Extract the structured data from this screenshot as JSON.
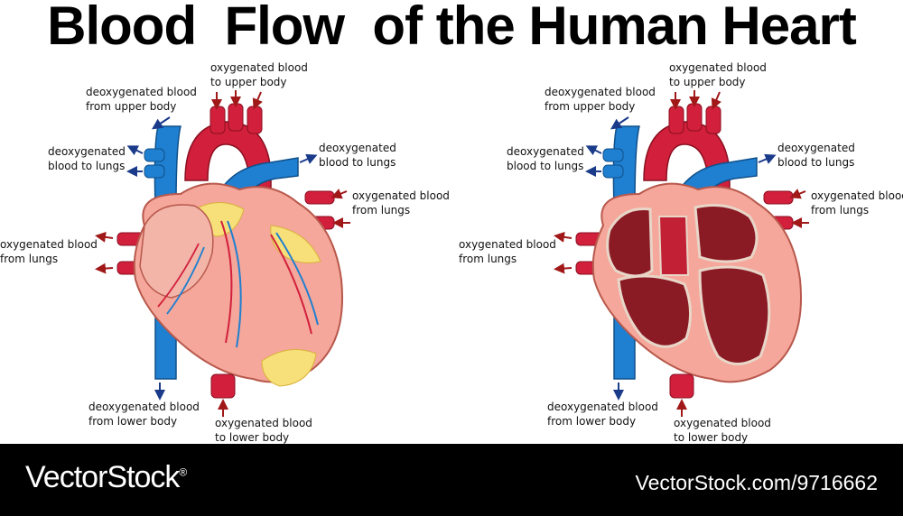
{
  "title": "Blood  Flow  of the Human Heart",
  "colors": {
    "artery_red": "#d21f3c",
    "vein_blue": "#1f7fd0",
    "muscle_pink": "#f4a79a",
    "fat_yellow": "#f7e07a",
    "chamber_dark": "#8a1a24",
    "arrow_blue": "#1a3a8a",
    "arrow_red": "#a01818",
    "footer_bg": "#000000"
  },
  "labels": {
    "deox_upper_1": "deoxygenated blood",
    "deox_upper_2": "from upper body",
    "ox_upper_1": "oxygenated blood",
    "ox_upper_2": "to upper body",
    "deox_lungs_1": "deoxygenated",
    "deox_lungs_2": "blood to lungs",
    "ox_lungs_1": "oxygenated blood",
    "ox_lungs_2": "from lungs",
    "deox_lower_1": "deoxygenated blood",
    "deox_lower_2": "from lower body",
    "ox_lower_1": "oxygenated blood",
    "ox_lower_2": "to lower body"
  },
  "diagrams": [
    {
      "view": "external"
    },
    {
      "view": "cross-section"
    }
  ],
  "footer": {
    "brand": "VectorStock",
    "registered": "®",
    "url": "VectorStock.com/9716662"
  }
}
